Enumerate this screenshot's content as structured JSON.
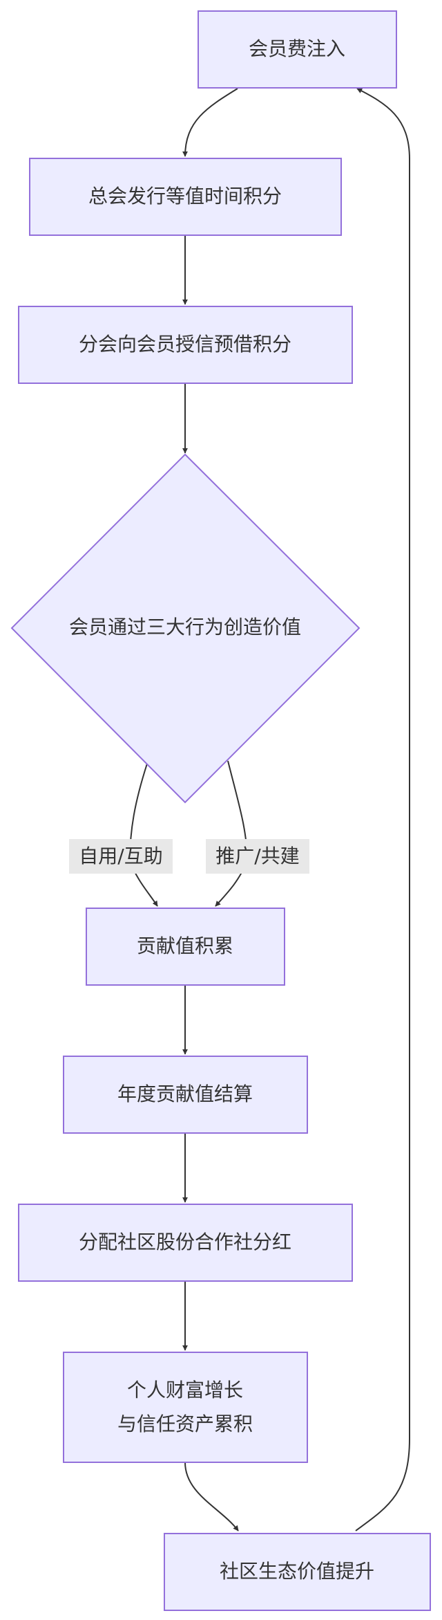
{
  "nodes": {
    "fee_input": "会员费注入",
    "issue_points": "总会发行等值时间积分",
    "credit_points": "分会向会员授信预借积分",
    "create_value": "会员通过三大行为创造价值",
    "contribution": "贡献值积累",
    "annual_settlement": "年度贡献值结算",
    "dividend": "分配社区股份合作社分红",
    "wealth_line1": "个人财富增长",
    "wealth_line2": "与信任资产累积",
    "eco_upgrade": "社区生态价值提升"
  },
  "edge_labels": {
    "self_use": "自用/互助",
    "promote": "推广/共建"
  },
  "colors": {
    "node_fill": "#ECECFF",
    "node_stroke": "#9370DB",
    "edge": "#333333",
    "text": "#333333",
    "label_bg": "#e8e8e8"
  }
}
